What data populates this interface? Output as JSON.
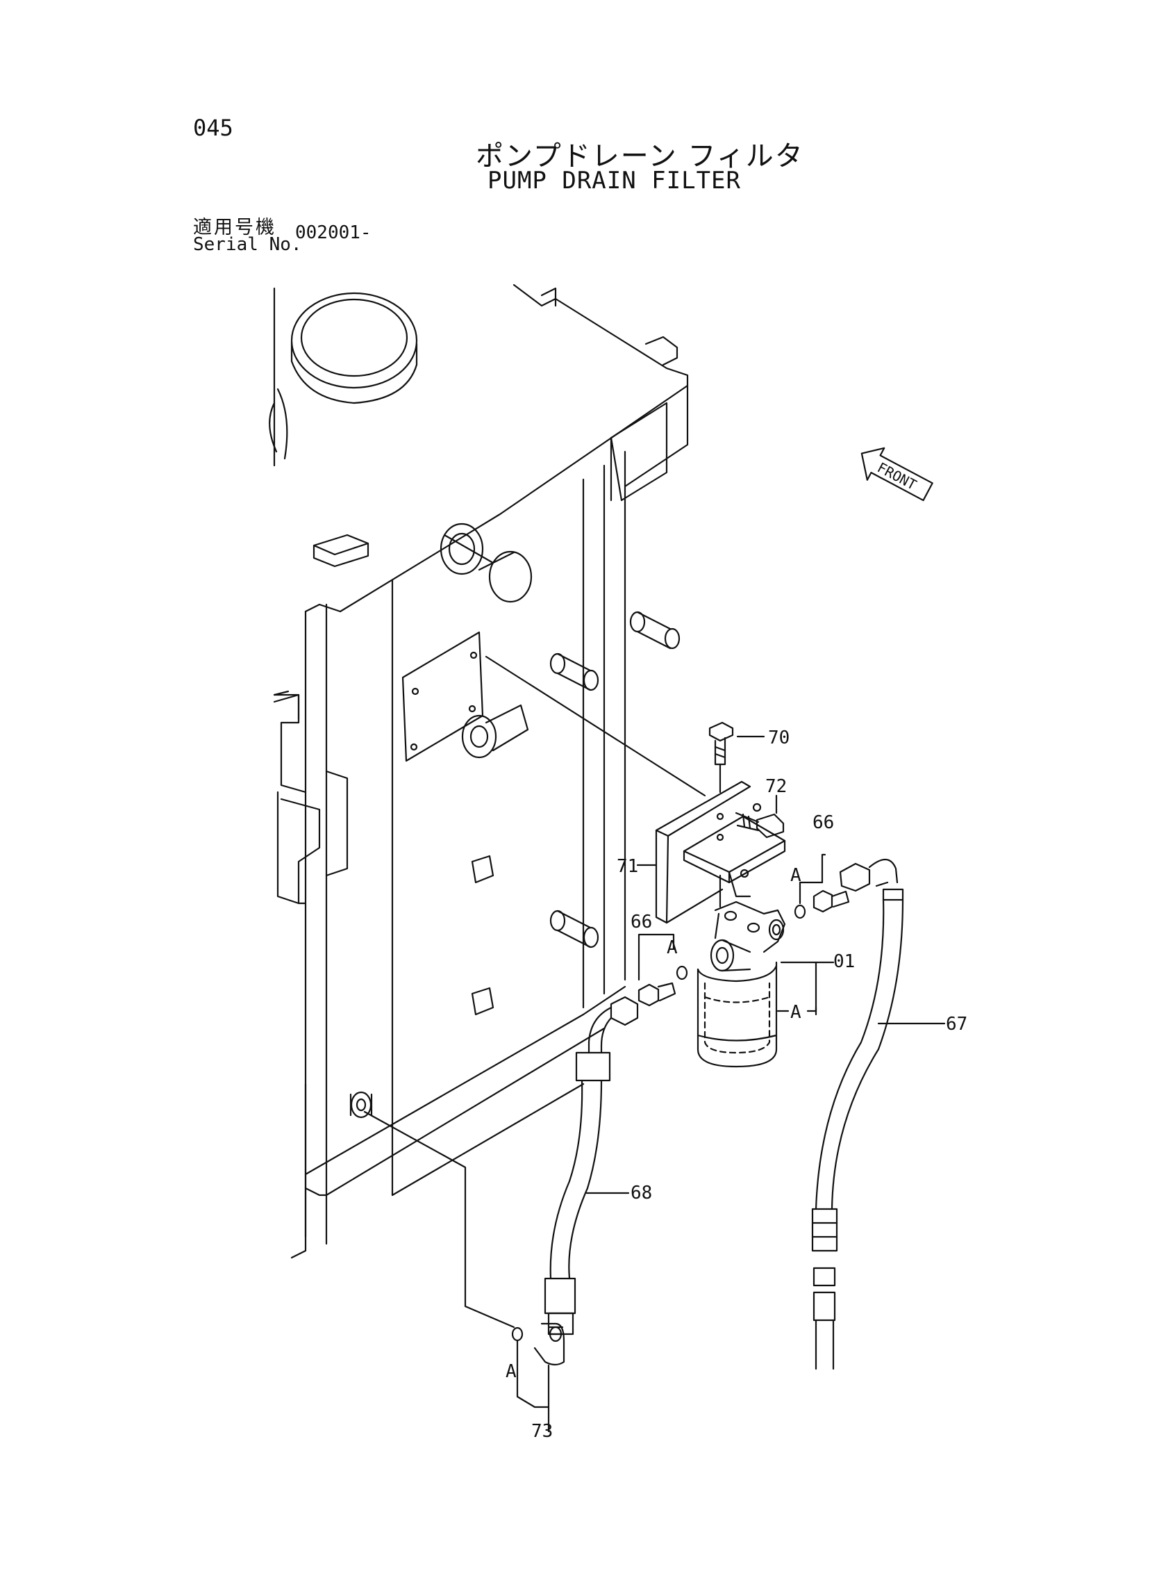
{
  "header": {
    "page_number": "045",
    "title_jp": "ポンプドレーン フィルタ",
    "title_en": "PUMP DRAIN FILTER",
    "serial_label_jp": "適用号機",
    "serial_label_en": "Serial No.",
    "serial_value": "002001-"
  },
  "diagram": {
    "direction_label": "FRONT",
    "callouts": {
      "p70": "70",
      "p72": "72",
      "p66a": "66",
      "p66b": "66",
      "p71": "71",
      "p01": "01",
      "p67": "67",
      "p68": "68",
      "p73": "73",
      "a1": "A",
      "a2": "A",
      "a3": "A",
      "a4": "A"
    }
  },
  "colors": {
    "line": "#111111",
    "background": "#ffffff"
  }
}
